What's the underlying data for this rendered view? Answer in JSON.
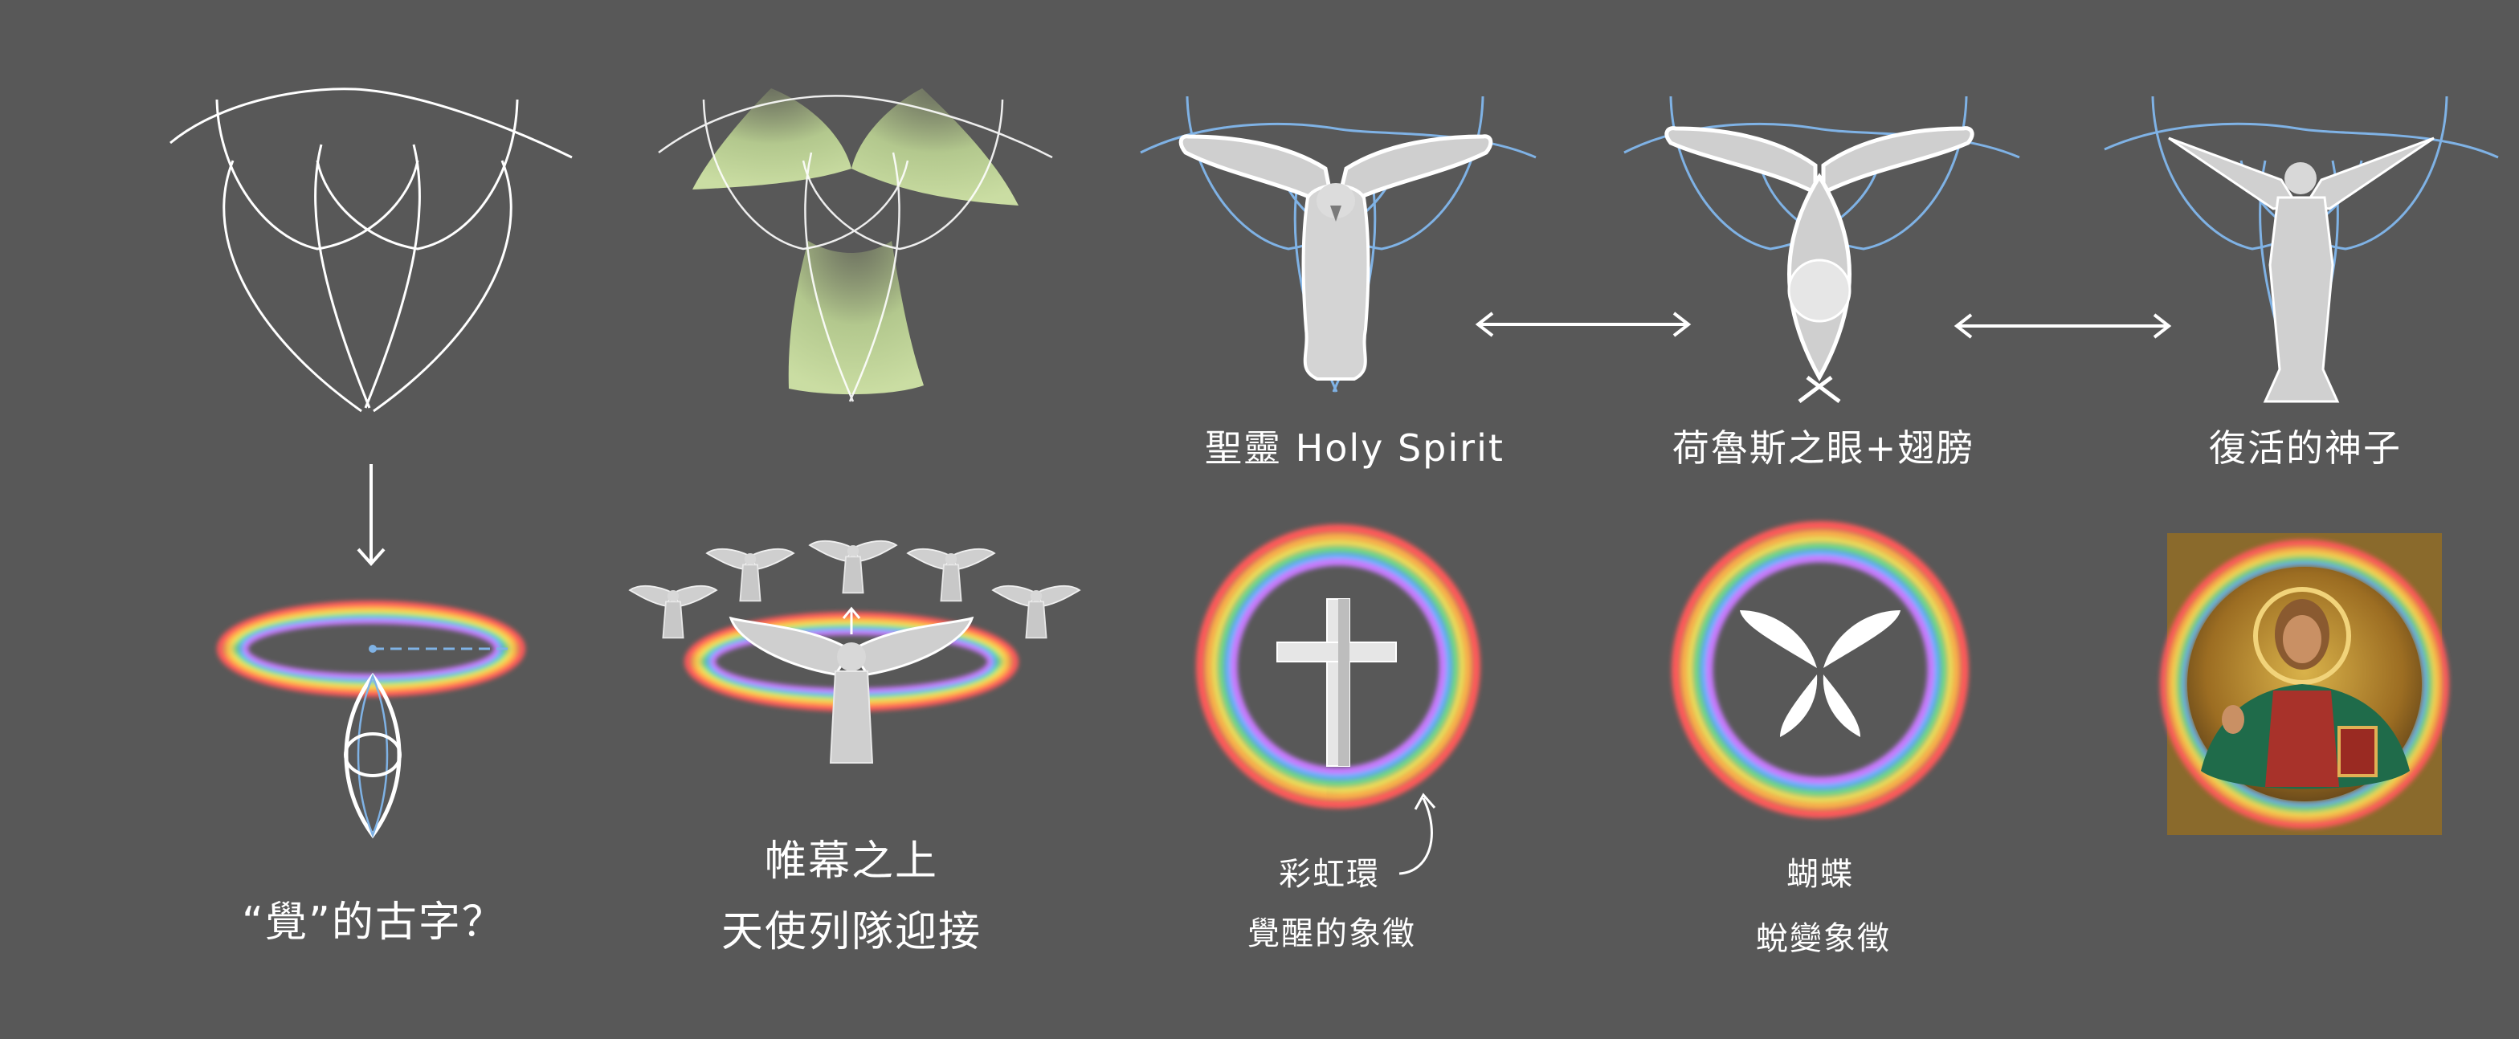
{
  "labels": {
    "holy_spirit": "聖靈 Holy Spirit",
    "horus_eye_wings": "荷魯斯之眼+翅膀",
    "resurrected_god": "復活的神子",
    "jue_ancient_char": "“覺”的古字？",
    "curtain_line1": "帷幕之上",
    "curtain_line2": "天使列隊迎接",
    "rainbow_ring": "彩虹環",
    "awakening_symbol": "覺醒的象徵",
    "butterfly": "蝴蝶",
    "metamorphosis_symbol": "蛻變象徵"
  },
  "colors": {
    "background": "#585858",
    "line_white": "#ffffff",
    "guide_blue": "#7fb2e5",
    "petal_green": "#c8e29a",
    "figure_gray": "#d4d4d4"
  },
  "icons": [
    "trefoil-arcs",
    "green-trefoil",
    "dove",
    "horus-eye-wings",
    "risen-christ",
    "rainbow-halo",
    "angel",
    "cross",
    "butterfly",
    "christ-icon"
  ]
}
